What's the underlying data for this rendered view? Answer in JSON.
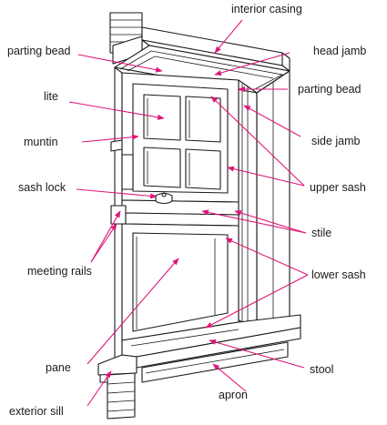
{
  "colors": {
    "leader": "#e0157a",
    "line_art": "#1a1a1a",
    "background": "#ffffff"
  },
  "labels": {
    "interior_casing": "interior casing",
    "parting_bead_left": "parting bead",
    "head_jamb": "head jamb",
    "parting_bead_right": "parting bead",
    "lite": "lite",
    "muntin": "muntin",
    "side_jamb": "side jamb",
    "sash_lock": "sash lock",
    "upper_sash": "upper sash",
    "stile": "stile",
    "meeting_rails": "meeting rails",
    "lower_sash": "lower sash",
    "pane": "pane",
    "stool": "stool",
    "apron": "apron",
    "exterior_sill": "exterior sill"
  }
}
